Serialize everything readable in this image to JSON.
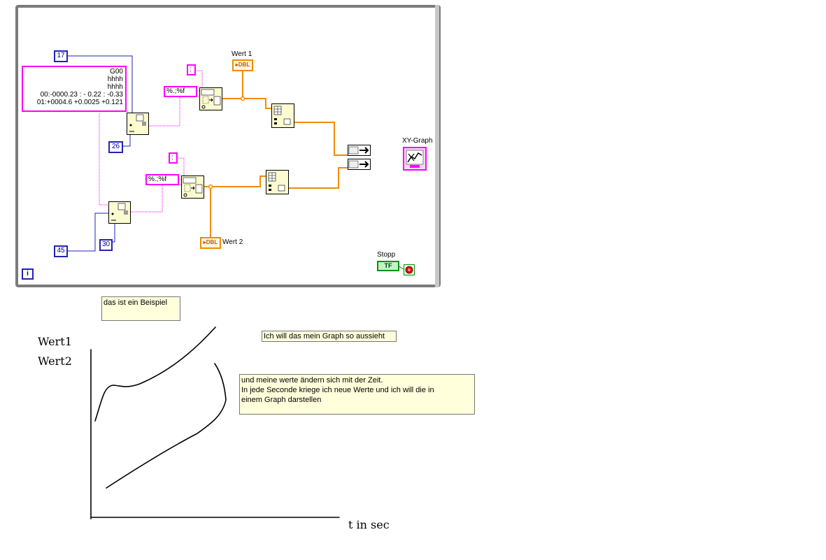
{
  "diagram": {
    "const_17": "17",
    "const_26": "26",
    "const_45": "45",
    "const_30": "30",
    "string_indicator_lines": [
      "G00",
      "hhhh",
      "hhhh",
      "00:-0000.23 : - 0.22 : -0.33",
      "01:+0004.6 +0.0025  +0.121"
    ],
    "delimiter_top": ":",
    "delimiter_bottom": ":",
    "format_top": "%.;%f",
    "format_bottom": "%.;%f",
    "wert1_label": "Wert 1",
    "wert2_label": "Wert 2",
    "dbl_badge": "DBL",
    "xy_graph_label": "XY-Graph",
    "stopp_label": "Stopp",
    "stopp_terminal": "TF",
    "iteration_terminal": "i",
    "colors": {
      "numeric_wire": "#2323b4",
      "string_wire": "#ff00ff",
      "dbl_wire": "#f08c00",
      "boolean": "#009600",
      "frame": "#7b7b7b",
      "node_fill": "#fdfbd0"
    }
  },
  "notes": {
    "beispiel": "das ist ein Beispiel",
    "wunsch": "Ich will das mein Graph so aussieht",
    "beschreibung_lines": [
      "und meine werte ändern sich mit der Zeit.",
      "In jede Seconde kriege ich neue Werte und ich will die in",
      "einem Graph darstellen"
    ]
  },
  "sketch": {
    "ylabel_1": "Wert1",
    "ylabel_2": "Wert2",
    "xlabel": "t in sec"
  }
}
